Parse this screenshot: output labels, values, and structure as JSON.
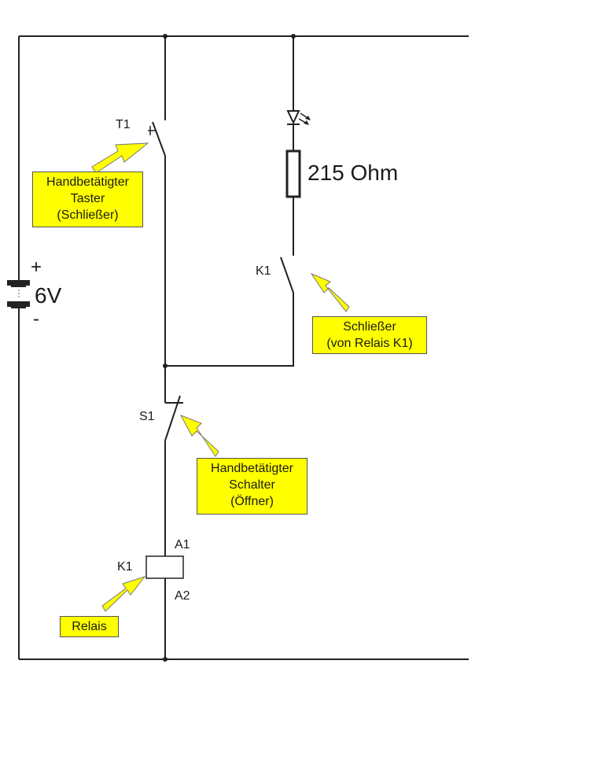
{
  "labels": {
    "t1": "T1",
    "k1_contact": "K1",
    "s1": "S1",
    "k1_coil": "K1",
    "a1": "A1",
    "a2": "A2",
    "plus": "+",
    "minus": "-",
    "voltage": "6V",
    "resistor": "215 Ohm"
  },
  "callouts": {
    "taster": [
      "Handbetätigter",
      "Taster",
      "(Schließer)"
    ],
    "schliesser": [
      "Schließer",
      "(von Relais K1)"
    ],
    "schalter": [
      "Handbetätigter",
      "Schalter",
      "(Öffner)"
    ],
    "relais": [
      "Relais"
    ]
  },
  "colors": {
    "callout": "#ffff00",
    "wire": "#222222"
  }
}
